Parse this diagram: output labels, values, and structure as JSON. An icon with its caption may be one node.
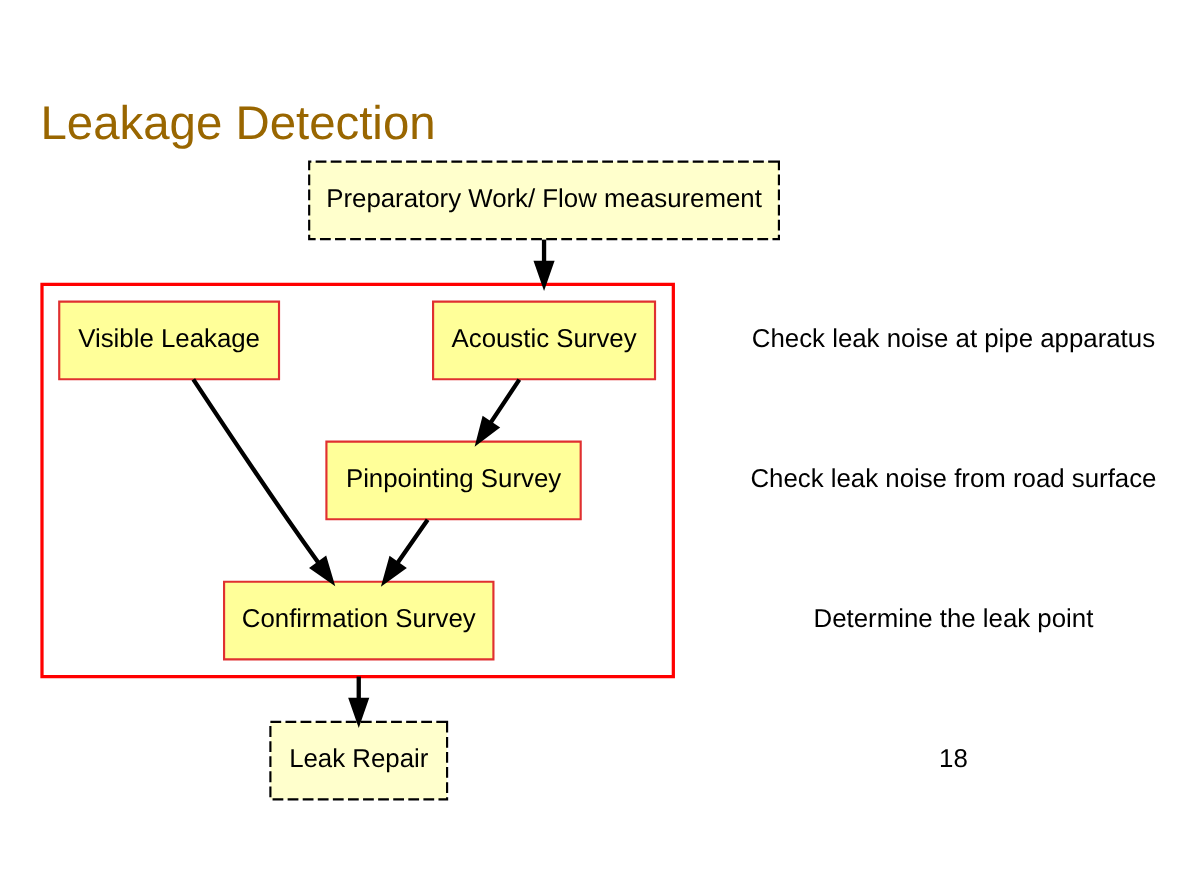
{
  "diagram": {
    "title": "Leakage Detection",
    "nodes": [
      {
        "text": [
          "Preparatory Work/ Flow measurement"
        ]
      },
      {
        "text": [],
        "shape": "box"
      },
      {
        "text": [
          "Visible Leakage"
        ],
        "in": 1
      },
      {
        "text": [
          "Acoustic Survey"
        ],
        "in": 1
      },
      {
        "text": [
          "Pinpointing Survey"
        ],
        "in": 1
      },
      {
        "text": [
          "Confirmation Survey"
        ],
        "in": 1
      },
      {
        "text": [
          "Leak Repair"
        ]
      }
    ],
    "edges": [
      {
        "from": 0,
        "to": 1,
        "arrow": "to"
      },
      {
        "from": 3,
        "to": 4,
        "arrow": "to"
      },
      {
        "from": 4,
        "to": 5,
        "arrow": "to"
      },
      {
        "from": 2,
        "to": 5,
        "arrow": "to"
      },
      {
        "from": 1,
        "to": 6,
        "arrow": "to"
      }
    ],
    "labels": [
      "Check leak noise at pipe apparatus",
      "Check leak noise from road surface",
      "Determine the leak point",
      "18"
    ]
  }
}
